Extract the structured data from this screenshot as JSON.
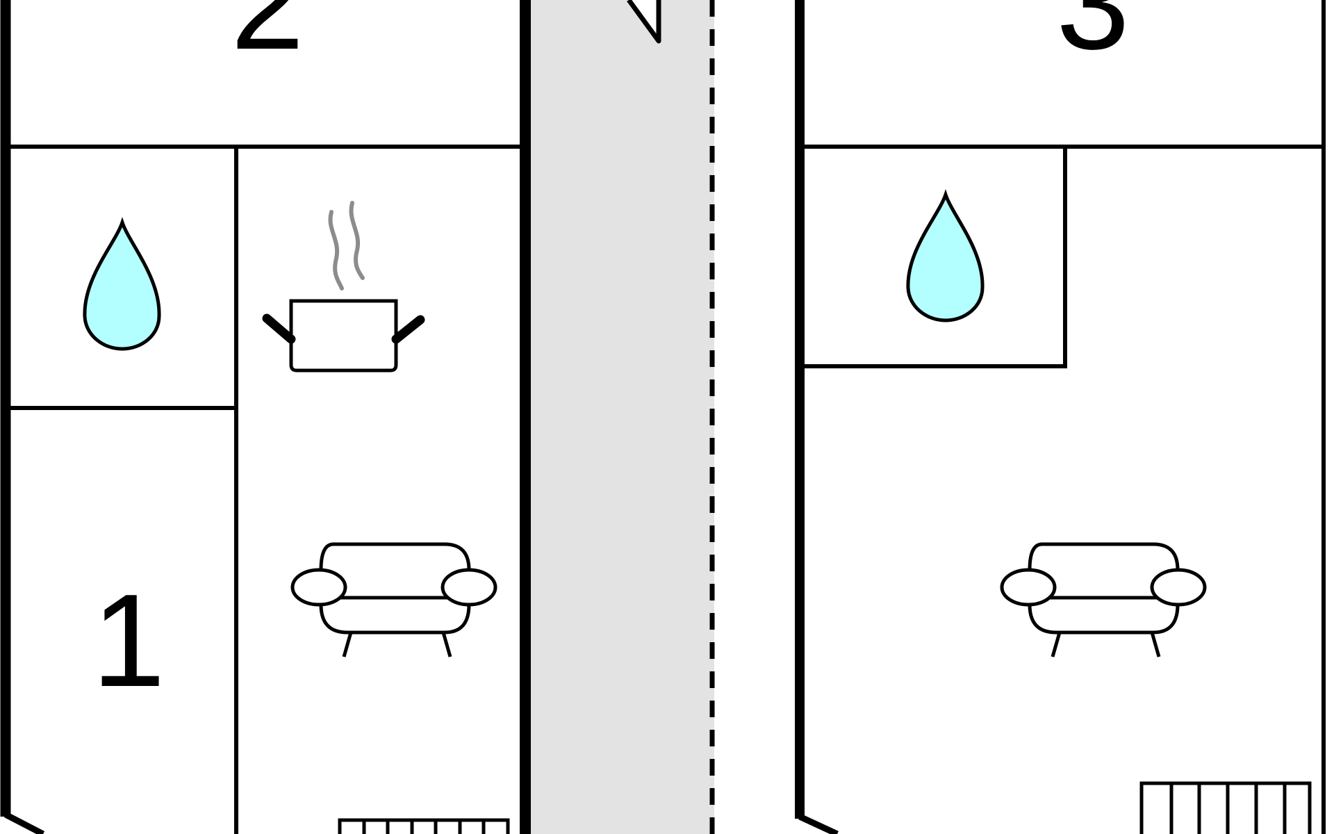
{
  "floorplan": {
    "rooms": [
      {
        "id": "bedroom-1",
        "label": "1"
      },
      {
        "id": "bedroom-2",
        "label": "2"
      },
      {
        "id": "bedroom-3",
        "label": "3"
      }
    ],
    "icons": [
      {
        "name": "water-drop-icon",
        "room": "bathroom-left"
      },
      {
        "name": "cooking-pot-icon",
        "room": "kitchen-left"
      },
      {
        "name": "sofa-icon",
        "room": "living-left"
      },
      {
        "name": "stairs-icon",
        "room": "living-left"
      },
      {
        "name": "water-drop-icon",
        "room": "bathroom-right"
      },
      {
        "name": "sofa-icon",
        "room": "living-right"
      },
      {
        "name": "stairs-icon",
        "room": "living-right"
      }
    ],
    "colors": {
      "wall": "#000000",
      "water": "#b3ffff",
      "steam": "#8c8c8c",
      "corridor": "#e3e3e3",
      "background": "#ffffff"
    }
  }
}
